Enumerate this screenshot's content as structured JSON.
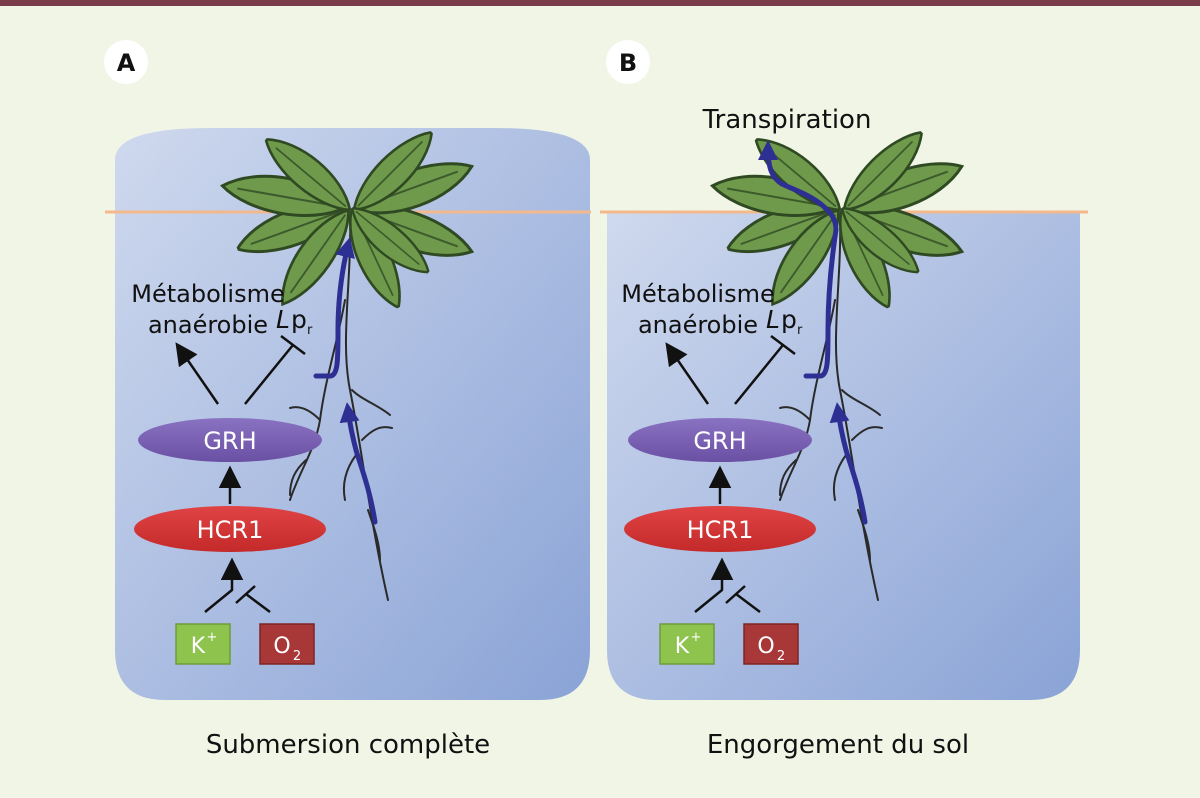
{
  "panels": [
    {
      "letter": "A",
      "metabolism_line1": "Métabolisme",
      "metabolism_line2": "anaérobie",
      "lp_main": "L",
      "lp_p": "p",
      "lp_sub": "r",
      "grh": "GRH",
      "hcr1": "HCR1",
      "k_main": "K",
      "k_sup": "+",
      "o_main": "O",
      "o_sub": "2",
      "caption": "Submersion complète"
    },
    {
      "letter": "B",
      "transpiration": "Transpiration",
      "metabolism_line1": "Métabolisme",
      "metabolism_line2": "anaérobie",
      "lp_main": "L",
      "lp_p": "p",
      "lp_sub": "r",
      "grh": "GRH",
      "hcr1": "HCR1",
      "k_main": "K",
      "k_sup": "+",
      "o_main": "O",
      "o_sub": "2",
      "caption": "Engorgement du sol"
    }
  ],
  "colors": {
    "background": "#f1f5e6",
    "top_bar": "#7a3d4b",
    "water_light": "#cfd9ee",
    "water_dark": "#8aa3d6",
    "surface_line": "#f3b98c",
    "grh": "#7b62b3",
    "hcr1": "#d83433",
    "k_box": "#8ec34e",
    "o_box": "#a83737",
    "leaf": "#6f9a4c",
    "flow_arrow": "#2e2f93"
  }
}
